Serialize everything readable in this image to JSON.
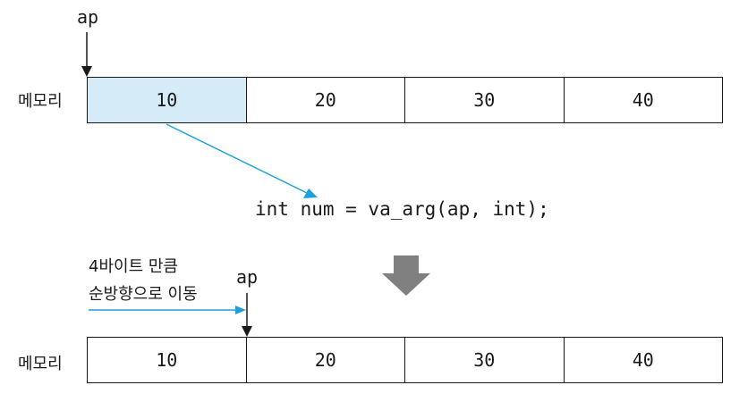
{
  "top": {
    "pointer_label": "ap",
    "row_label": "메모리",
    "cells": [
      "10",
      "20",
      "30",
      "40"
    ]
  },
  "code": "int num = va_arg(ap, int);",
  "bottom": {
    "note_line1": "4바이트 만큼",
    "note_line2": "순방향으로 이동",
    "pointer_label": "ap",
    "row_label": "메모리",
    "cells": [
      "10",
      "20",
      "30",
      "40"
    ]
  },
  "colors": {
    "highlight_fill": "#d5ecf8",
    "arrow_blue": "#1ea0dc",
    "down_arrow_gray": "#808080",
    "line": "#1a1a1a"
  },
  "icons": {
    "down_arrow": "down-arrow-icon"
  }
}
